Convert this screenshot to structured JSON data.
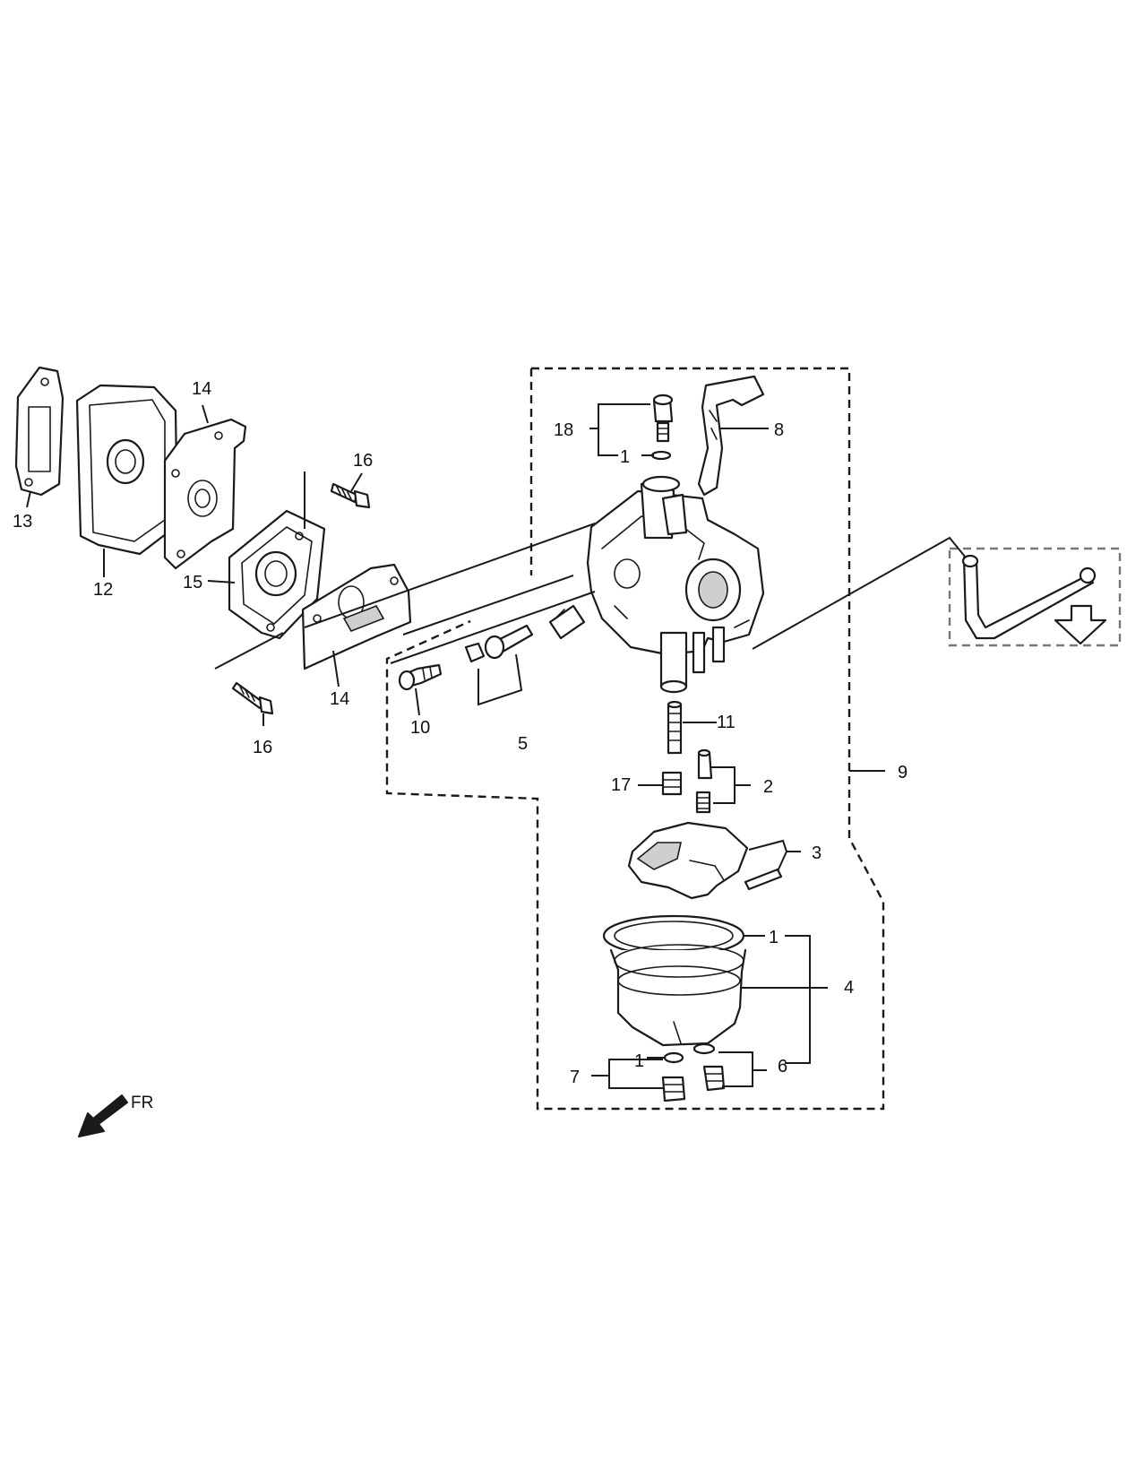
{
  "callouts": {
    "c1a": "1",
    "c1b": "1",
    "c1c": "1",
    "c2": "2",
    "c3": "3",
    "c4": "4",
    "c5": "5",
    "c6": "6",
    "c7": "7",
    "c8": "8",
    "c9": "9",
    "c10": "10",
    "c11": "11",
    "c12": "12",
    "c13": "13",
    "c14a": "14",
    "c14b": "14",
    "c15": "15",
    "c16a": "16",
    "c16b": "16",
    "c17": "17",
    "c18": "18"
  },
  "direction": {
    "label": "FR"
  }
}
